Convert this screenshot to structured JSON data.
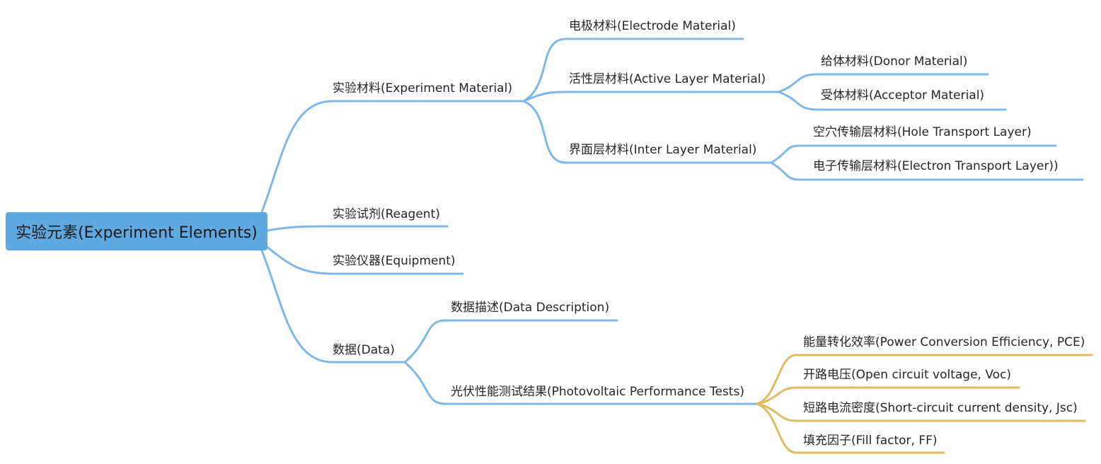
{
  "colors": {
    "branch_blue": "#7db8e8",
    "branch_gold": "#e0bb62",
    "root_fill": "#5fa8e0",
    "text": "#262626"
  },
  "root": {
    "label": "实验元素(Experiment Elements)"
  },
  "material": {
    "label": "实验材料(Experiment Material)",
    "electrode": "电极材料(Electrode Material)",
    "active": {
      "label": "活性层材料(Active Layer Material)",
      "donor": "给体材料(Donor Material)",
      "acceptor": "受体材料(Acceptor Material)"
    },
    "inter": {
      "label": "界面层材料(Inter Layer Material)",
      "htl": "空穴传输层材料(Hole Transport Layer)",
      "etl": "电子传输层材料(Electron Transport Layer))"
    }
  },
  "reagent": "实验试剂(Reagent)",
  "equipment": "实验仪器(Equipment)",
  "data_node": {
    "label": "数据(Data)",
    "description": "数据描述(Data Description)",
    "pv": {
      "label": "光伏性能测试结果(Photovoltaic Performance Tests)",
      "pce": "能量转化效率(Power Conversion Efficiency, PCE)",
      "voc": "开路电压(Open circuit voltage, Voc)",
      "jsc": "短路电流密度(Short-circuit current density, Jsc)",
      "ff": "填充因子(Fill factor, FF)"
    }
  }
}
